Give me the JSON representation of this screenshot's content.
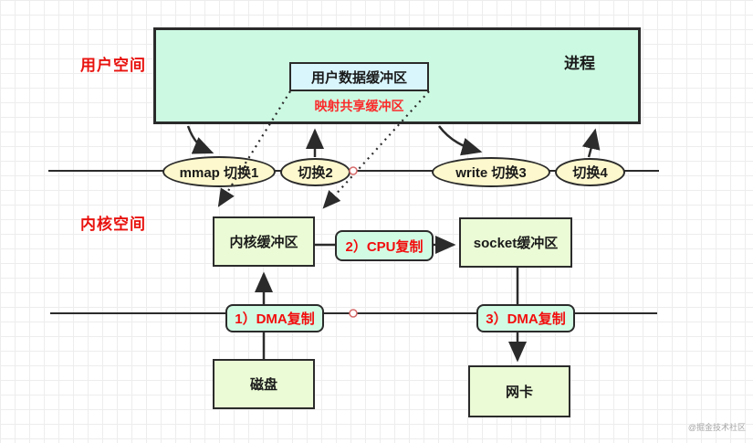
{
  "labels": {
    "user_space": "用户空间",
    "kernel_space": "内核空间",
    "process": "进程",
    "user_buffer": "用户数据缓冲区",
    "mapped_shared_note": "映射共享缓冲区",
    "switch1": "mmap 切换1",
    "switch2": "切换2",
    "switch3": "write 切换3",
    "switch4": "切换4",
    "kernel_buffer": "内核缓冲区",
    "cpu_copy": "2）CPU复制",
    "socket_buffer": "socket缓冲区",
    "dma_copy1": "1）DMA复制",
    "dma_copy3": "3）DMA复制",
    "disk": "磁盘",
    "nic": "网卡",
    "watermark": "@掘金技术社区"
  },
  "colors": {
    "process_fill": "#ccf9e2",
    "user_buffer_fill": "#d9f6fd",
    "ellipse_fill": "#fdf8cd",
    "green_box_fill": "#eafbd5",
    "mint_box_fill": "#d2fbe4",
    "red_text": "#e8120e",
    "bright_red_text": "#f20d0d",
    "line": "#2b2b2b",
    "grid": "#ededed",
    "red_circle_stroke": "#d66a6a",
    "watermark_gray": "#a6a6a6"
  }
}
